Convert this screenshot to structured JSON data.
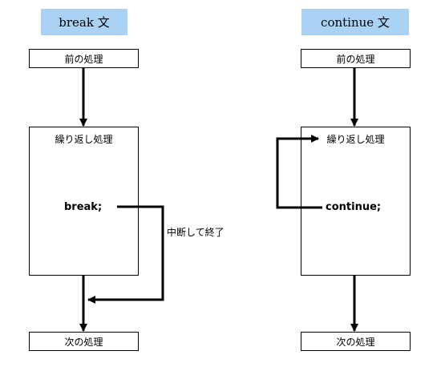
{
  "break_flow": {
    "title": "break 文",
    "before": "前の処理",
    "loop": "繰り返し処理",
    "statement": "break;",
    "annotation": "中断して終了",
    "after": "次の処理"
  },
  "continue_flow": {
    "title": "continue 文",
    "before": "前の処理",
    "loop": "繰り返し処理",
    "statement": "continue;",
    "after": "次の処理"
  },
  "colors": {
    "title_background": "#a9d2f5",
    "line": "#000000"
  }
}
